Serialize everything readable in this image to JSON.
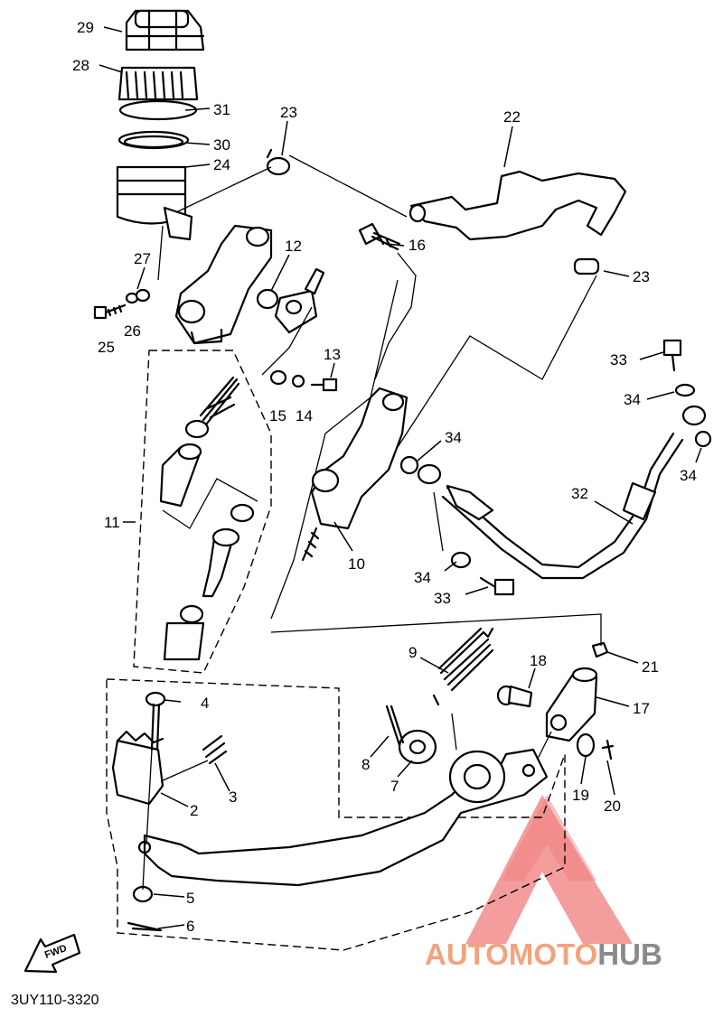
{
  "diagram_code": "3UY110-3320",
  "fwd_label": "FWD",
  "watermark": {
    "text_part1": "AUTOMOTO",
    "text_part2": "HUB",
    "color_primary": "#f2a37e",
    "color_secondary": "#8a8a8a",
    "triangle_color": "#ef6f6f"
  },
  "callouts": [
    {
      "id": "c29",
      "label": "29"
    },
    {
      "id": "c28",
      "label": "28"
    },
    {
      "id": "c31",
      "label": "31"
    },
    {
      "id": "c30",
      "label": "30"
    },
    {
      "id": "c24",
      "label": "24"
    },
    {
      "id": "c23a",
      "label": "23"
    },
    {
      "id": "c22",
      "label": "22"
    },
    {
      "id": "c27",
      "label": "27"
    },
    {
      "id": "c12",
      "label": "12"
    },
    {
      "id": "c16",
      "label": "16"
    },
    {
      "id": "c23b",
      "label": "23"
    },
    {
      "id": "c25",
      "label": "25"
    },
    {
      "id": "c26",
      "label": "26"
    },
    {
      "id": "c13",
      "label": "13"
    },
    {
      "id": "c33a",
      "label": "33"
    },
    {
      "id": "c15",
      "label": "15"
    },
    {
      "id": "c14",
      "label": "14"
    },
    {
      "id": "c34a",
      "label": "34"
    },
    {
      "id": "c34b",
      "label": "34"
    },
    {
      "id": "c34c",
      "label": "34"
    },
    {
      "id": "c32",
      "label": "32"
    },
    {
      "id": "c11",
      "label": "11"
    },
    {
      "id": "c10",
      "label": "10"
    },
    {
      "id": "c34d",
      "label": "34"
    },
    {
      "id": "c33b",
      "label": "33"
    },
    {
      "id": "c9",
      "label": "9"
    },
    {
      "id": "c18",
      "label": "18"
    },
    {
      "id": "c21",
      "label": "21"
    },
    {
      "id": "c4",
      "label": "4"
    },
    {
      "id": "c17",
      "label": "17"
    },
    {
      "id": "c8",
      "label": "8"
    },
    {
      "id": "c3",
      "label": "3"
    },
    {
      "id": "c7",
      "label": "7"
    },
    {
      "id": "c19",
      "label": "19"
    },
    {
      "id": "c20",
      "label": "20"
    },
    {
      "id": "c2",
      "label": "2"
    },
    {
      "id": "c5",
      "label": "5"
    },
    {
      "id": "c6",
      "label": "6"
    }
  ]
}
